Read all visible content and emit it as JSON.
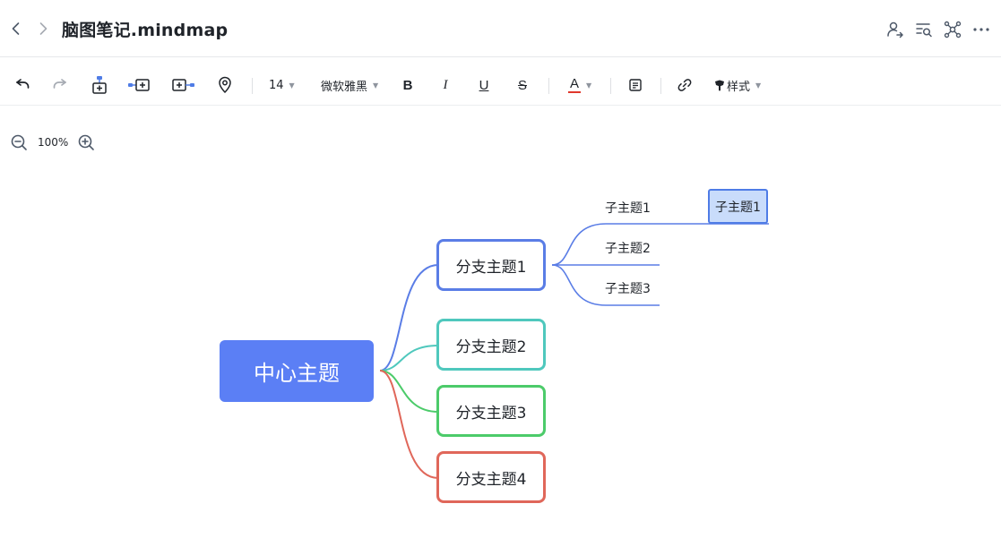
{
  "title_bar": {
    "document_title": "脑图笔记.mindmap",
    "icons": [
      "back-icon",
      "forward-icon",
      "share-user-icon",
      "outline-search-icon",
      "structure-icon",
      "more-icon"
    ]
  },
  "toolbar": {
    "font_size": "14",
    "font_family": "微软雅黑",
    "bold_label": "B",
    "italic_label": "I",
    "underline_label": "U",
    "strike_label": "S",
    "color_label": "A",
    "style_label": "样式",
    "text_color": "#e0372c",
    "icons": [
      "undo-icon",
      "redo-icon",
      "add-child-icon",
      "add-sibling-icon",
      "add-parent-icon",
      "location-icon",
      "note-icon",
      "link-icon",
      "style-brush-icon"
    ]
  },
  "zoom": {
    "value": "100%"
  },
  "mindmap": {
    "center": {
      "label": "中心主题",
      "color": "#5b7ff5"
    },
    "branches": [
      {
        "label": "分支主题1",
        "color": "#5a7de6"
      },
      {
        "label": "分支主题2",
        "color": "#4fc8bd"
      },
      {
        "label": "分支主题3",
        "color": "#4ccb6a"
      },
      {
        "label": "分支主题4",
        "color": "#e0675a"
      }
    ],
    "subtopics": [
      {
        "label": "子主题1"
      },
      {
        "label": "子主题2"
      },
      {
        "label": "子主题3"
      }
    ],
    "selected_subtopic": {
      "label": "子主题1"
    }
  }
}
